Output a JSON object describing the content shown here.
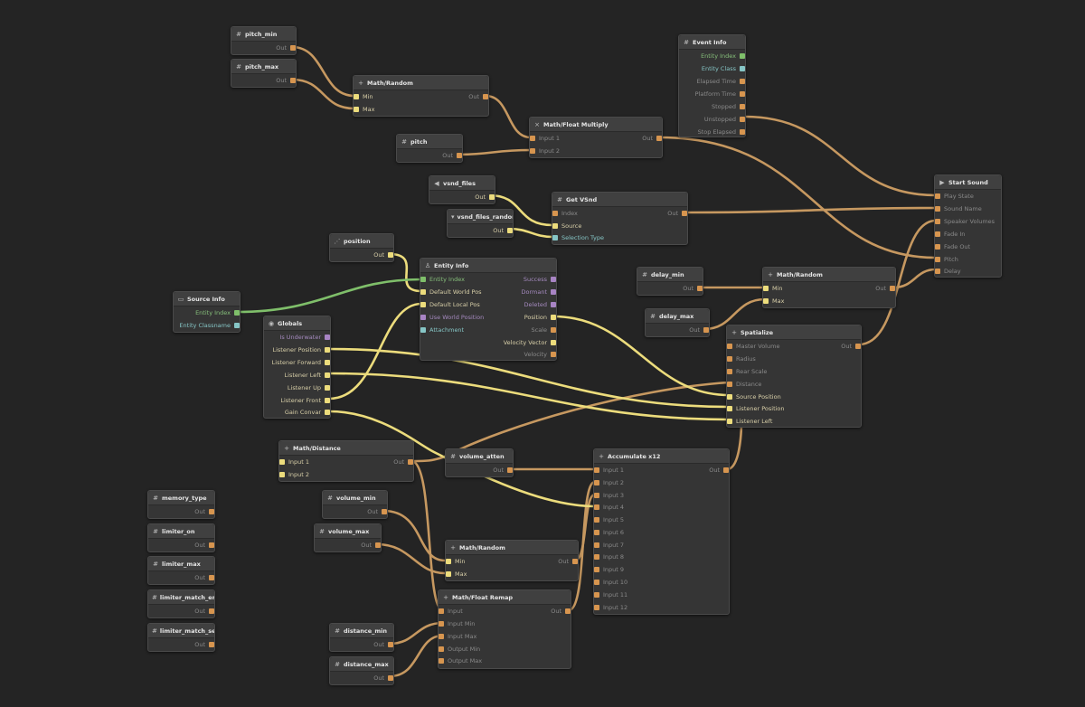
{
  "colors": {
    "background": "#242424",
    "node": "#353535",
    "header": "#404040",
    "wire_float": "#c69860",
    "wire_vector": "#ecdc7c",
    "wire_entity": "#7fbf6a"
  },
  "nodes": {
    "pitch_min": {
      "title": "pitch_min",
      "icon": "hash-icon",
      "out": "Out"
    },
    "pitch_max": {
      "title": "pitch_max",
      "icon": "hash-icon",
      "out": "Out"
    },
    "random_pitch": {
      "title": "Math/Random",
      "icon": "plus-icon",
      "min": "Min",
      "max": "Max",
      "out": "Out"
    },
    "pitch": {
      "title": "pitch",
      "icon": "hash-icon",
      "out": "Out"
    },
    "float_multiply": {
      "title": "Math/Float Multiply",
      "icon": "multiply-icon",
      "in1": "Input 1",
      "in2": "Input 2",
      "out": "Out"
    },
    "event_info": {
      "title": "Event Info",
      "icon": "hash-icon",
      "items": [
        "Entity Index",
        "Entity Class",
        "Elapsed Time",
        "Platform Time",
        "Stopped",
        "Unstopped",
        "Stop Elapsed"
      ]
    },
    "vsnd_files": {
      "title": "vsnd_files",
      "icon": "speaker-icon",
      "out": "Out"
    },
    "vsnd_files_random": {
      "title": "vsnd_files_random",
      "icon": "dropdown-icon",
      "out": "Out"
    },
    "get_vsnd": {
      "title": "Get VSnd",
      "icon": "hash-icon",
      "index": "Index",
      "source": "Source",
      "selection": "Selection Type",
      "out": "Out"
    },
    "start_sound": {
      "title": "Start Sound",
      "icon": "play-icon",
      "items": [
        "Play State",
        "Sound Name",
        "Speaker Volumes",
        "Fade In",
        "Fade Out",
        "Pitch",
        "Delay"
      ]
    },
    "position": {
      "title": "position",
      "icon": "share-icon",
      "out": "Out"
    },
    "entity_info": {
      "title": "Entity Info",
      "icon": "person-icon",
      "inputs": [
        "Entity Index",
        "Default World Pos",
        "Default Local Pos",
        "Use World Position",
        "Attachment"
      ],
      "outputs": [
        "Success",
        "Dormant",
        "Deleted",
        "Position",
        "Scale",
        "Velocity Vector",
        "Velocity"
      ]
    },
    "source_info": {
      "title": "Source Info",
      "icon": "folder-icon",
      "items": [
        "Entity Index",
        "Entity Classname"
      ]
    },
    "globals": {
      "title": "Globals",
      "icon": "globe-icon",
      "items": [
        "Is Underwater",
        "Listener Position",
        "Listener Forward",
        "Listener Left",
        "Listener Up",
        "Listener Front",
        "Gain Convar"
      ]
    },
    "delay_min": {
      "title": "delay_min",
      "icon": "hash-icon",
      "out": "Out"
    },
    "delay_max": {
      "title": "delay_max",
      "icon": "hash-icon",
      "out": "Out"
    },
    "random_delay": {
      "title": "Math/Random",
      "icon": "plus-icon",
      "min": "Min",
      "max": "Max",
      "out": "Out"
    },
    "spatialize": {
      "title": "Spatialize",
      "icon": "plus-icon",
      "inputs": [
        "Master Volume",
        "Radius",
        "Rear Scale",
        "Distance",
        "Source Position",
        "Listener Position",
        "Listener Left"
      ],
      "out": "Out"
    },
    "math_distance": {
      "title": "Math/Distance",
      "icon": "plus-icon",
      "in1": "Input 1",
      "in2": "Input 2",
      "out": "Out"
    },
    "volume_atten": {
      "title": "volume_atten",
      "icon": "hash-icon",
      "out": "Out"
    },
    "accumulate": {
      "title": "Accumulate x12",
      "icon": "plus-icon",
      "inputs": [
        "Input 1",
        "Input 2",
        "Input 3",
        "Input 4",
        "Input 5",
        "Input 6",
        "Input 7",
        "Input 8",
        "Input 9",
        "Input 10",
        "Input 11",
        "Input 12"
      ],
      "out": "Out"
    },
    "volume_min": {
      "title": "volume_min",
      "icon": "hash-icon",
      "out": "Out"
    },
    "volume_max": {
      "title": "volume_max",
      "icon": "hash-icon",
      "out": "Out"
    },
    "random_volume": {
      "title": "Math/Random",
      "icon": "plus-icon",
      "min": "Min",
      "max": "Max",
      "out": "Out"
    },
    "float_remap": {
      "title": "Math/Float Remap",
      "icon": "plus-icon",
      "inputs": [
        "Input",
        "Input Min",
        "Input Max",
        "Output Min",
        "Output Max"
      ],
      "out": "Out"
    },
    "distance_min": {
      "title": "distance_min",
      "icon": "hash-icon",
      "out": "Out"
    },
    "distance_max": {
      "title": "distance_max",
      "icon": "hash-icon",
      "out": "Out"
    },
    "memory_type": {
      "title": "memory_type",
      "icon": "hash-icon",
      "out": "Out"
    },
    "limiter_on": {
      "title": "limiter_on",
      "icon": "hash-icon",
      "out": "Out"
    },
    "limiter_max": {
      "title": "limiter_max",
      "icon": "hash-icon",
      "out": "Out"
    },
    "limiter_match_entit": {
      "title": "limiter_match_entit",
      "icon": "hash-icon",
      "out": "Out"
    },
    "limiter_match_sever": {
      "title": "limiter_match_sever",
      "icon": "hash-icon",
      "out": "Out"
    }
  }
}
